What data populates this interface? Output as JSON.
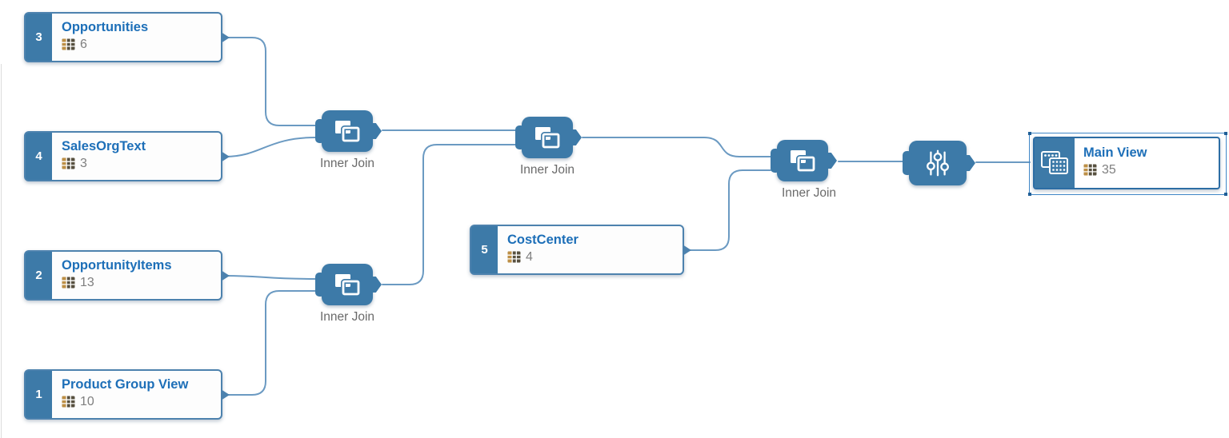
{
  "diagram": {
    "kind": "data-builder-join-flow",
    "colors": {
      "node_blue": "#3d7aa8",
      "node_border": "#4d82ae",
      "edge": "#6b9ac2",
      "title_text": "#1d6fb8",
      "count_text": "#7f7f7f",
      "label_text": "#6a6a6a",
      "selection": "#3f86c6"
    },
    "tables": [
      {
        "badge": "3",
        "title": "Opportunities",
        "columns": "6"
      },
      {
        "badge": "4",
        "title": "SalesOrgText",
        "columns": "3"
      },
      {
        "badge": "2",
        "title": "OpportunityItems",
        "columns": "13"
      },
      {
        "badge": "1",
        "title": "Product Group View",
        "columns": "10"
      },
      {
        "badge": "5",
        "title": "CostCenter",
        "columns": "4"
      }
    ],
    "joins": [
      {
        "label": "Inner Join"
      },
      {
        "label": "Inner Join"
      },
      {
        "label": "Inner Join"
      },
      {
        "label": "Inner Join"
      }
    ],
    "filter": {
      "label": ""
    },
    "output": {
      "title": "Main View",
      "columns": "35",
      "selected": true
    }
  }
}
